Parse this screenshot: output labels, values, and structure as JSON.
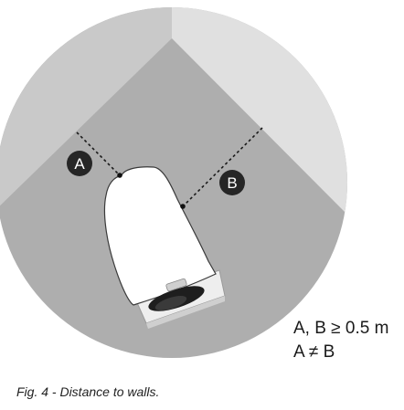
{
  "figure": {
    "marker_a": "A",
    "marker_b": "B",
    "condition_1": "A, B ≥ 0.5 m",
    "condition_2": "A ≠ B",
    "caption": "Fig. 4 - Distance to walls.",
    "colors": {
      "wall_light": "#e0e0e0",
      "floor": "#aeaeae",
      "marker_fill": "#262626",
      "device_body": "#ffffff",
      "shadow": "#1e1e1e"
    }
  }
}
